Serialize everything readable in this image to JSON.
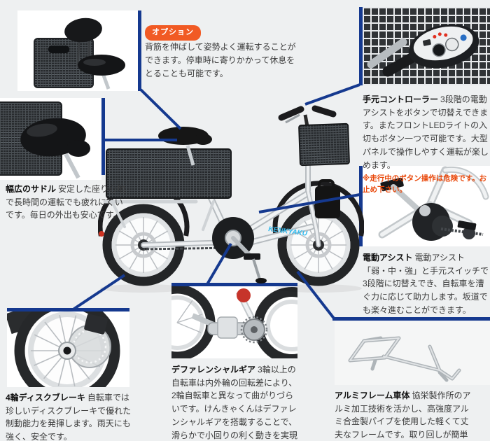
{
  "colors": {
    "background": "#eef0f1",
    "accent_navy": "#15398f",
    "badge_orange": "#f15a24",
    "warning_red": "#e94709",
    "logo_cyan": "#33bbee"
  },
  "option_callout": {
    "badge_label": "オプション",
    "text": "背筋を伸ばして姿勢よく運転することができます。停車時に寄りかかって休息をとることも可能です。"
  },
  "callouts": {
    "controller": {
      "title": "手元コントローラー",
      "body": "3段階の電動アシストをボタンで切替えできます。またフロントLEDライトの入切もボタン一つで可能です。大型パネルで操作しやすく運転が楽しめます。",
      "warning": "※走行中のボタン操作は危険です。お止め下さい。"
    },
    "wide_saddle": {
      "title": "幅広のサドル",
      "body": "安定した座り心地で長時間の運転でも疲れにくいです。毎日の外出も安心です。"
    },
    "electric_assist": {
      "title": "電動アシスト",
      "body": "電動アシスト「弱・中・強」と手元スイッチで3段階に切替えでき、自転車を漕ぐ力に応じて助力します。坂道でも楽々進むことができます。"
    },
    "disc_brake": {
      "title": "4輪ディスクブレーキ",
      "body": "自転車では珍しいディスクブレーキで優れた制動能力を発揮します。雨天にも強く、安全です。"
    },
    "differential_gear": {
      "title": "デファレンシャルギア",
      "body": "3輪以上の自転車は内外輪の回転差により、2輪自転車と異なって曲がりづらいです。けんきゃくんはデファレンシャルギアを搭載することで、滑らかで小回りの利く動きを実現しました。"
    },
    "aluminum_frame": {
      "title": "アルミフレーム車体",
      "body": "協栄製作所のアルミ加工技術を活かし、高強度アルミ合金製パイプを使用した軽くて丈夫なフレームです。取り回しが簡単です。"
    }
  },
  "bike": {
    "logo": "KENKYAKU"
  }
}
